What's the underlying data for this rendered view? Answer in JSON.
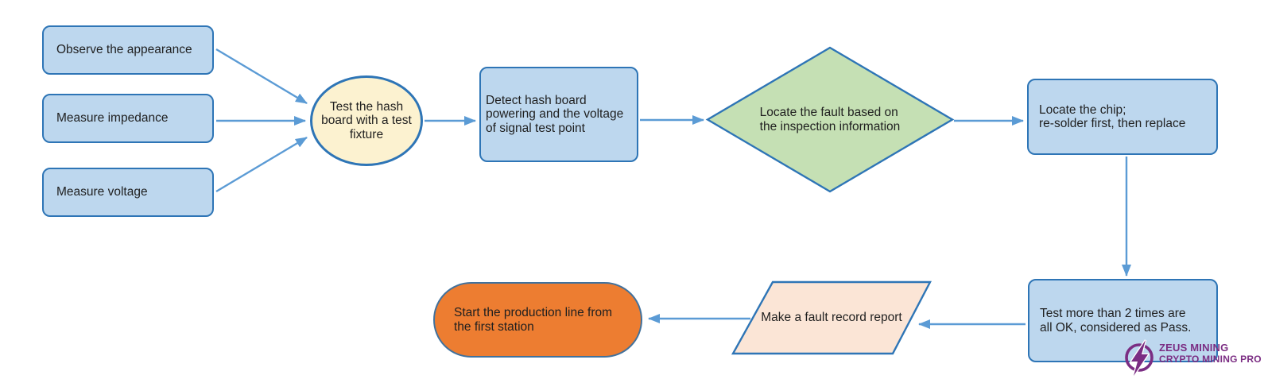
{
  "diagram": {
    "type": "flowchart",
    "nodes": {
      "observe": {
        "shape": "process",
        "label": "Observe the appearance"
      },
      "impedance": {
        "shape": "process",
        "label": "Measure impedance"
      },
      "voltage": {
        "shape": "process",
        "label": "Measure voltage"
      },
      "fixture": {
        "shape": "ellipse",
        "label": "Test the hash\nboard with a test\nfixture"
      },
      "detect": {
        "shape": "process",
        "label": "Detect hash board\npowering and the voltage\nof signal test point"
      },
      "locate_fault": {
        "shape": "decision",
        "label": "Locate the fault based on\nthe inspection information"
      },
      "locate_chip": {
        "shape": "process",
        "label": "Locate the chip;\nre-solder first, then replace"
      },
      "retest": {
        "shape": "process",
        "label": "Test more than 2 times are\nall OK, considered as Pass."
      },
      "report": {
        "shape": "parallelogram",
        "label": "Make a fault record report"
      },
      "restart": {
        "shape": "terminator",
        "label": "Start the production line from\nthe first station"
      }
    },
    "edges": [
      {
        "from": "observe",
        "to": "fixture"
      },
      {
        "from": "impedance",
        "to": "fixture"
      },
      {
        "from": "voltage",
        "to": "fixture"
      },
      {
        "from": "fixture",
        "to": "detect"
      },
      {
        "from": "detect",
        "to": "locate_fault"
      },
      {
        "from": "locate_fault",
        "to": "locate_chip"
      },
      {
        "from": "locate_chip",
        "to": "retest"
      },
      {
        "from": "retest",
        "to": "report"
      },
      {
        "from": "report",
        "to": "restart"
      }
    ]
  },
  "logo": {
    "line1": "ZEUS MINING",
    "line2": "CRYPTO MINING PRO",
    "icon": "lightning-bolt-in-circle",
    "color": "#7B2D83"
  },
  "colors": {
    "process_fill": "#BDD7EE",
    "process_border": "#2E75B6",
    "ellipse_fill": "#FCF2D0",
    "decision_fill": "#C5E0B4",
    "parallelogram_fill": "#FBE5D6",
    "terminator_fill": "#ED7D31",
    "terminator_border": "#41719C",
    "arrow": "#5B9BD5",
    "text": "#1F1F1F",
    "background": "#FFFFFF"
  }
}
